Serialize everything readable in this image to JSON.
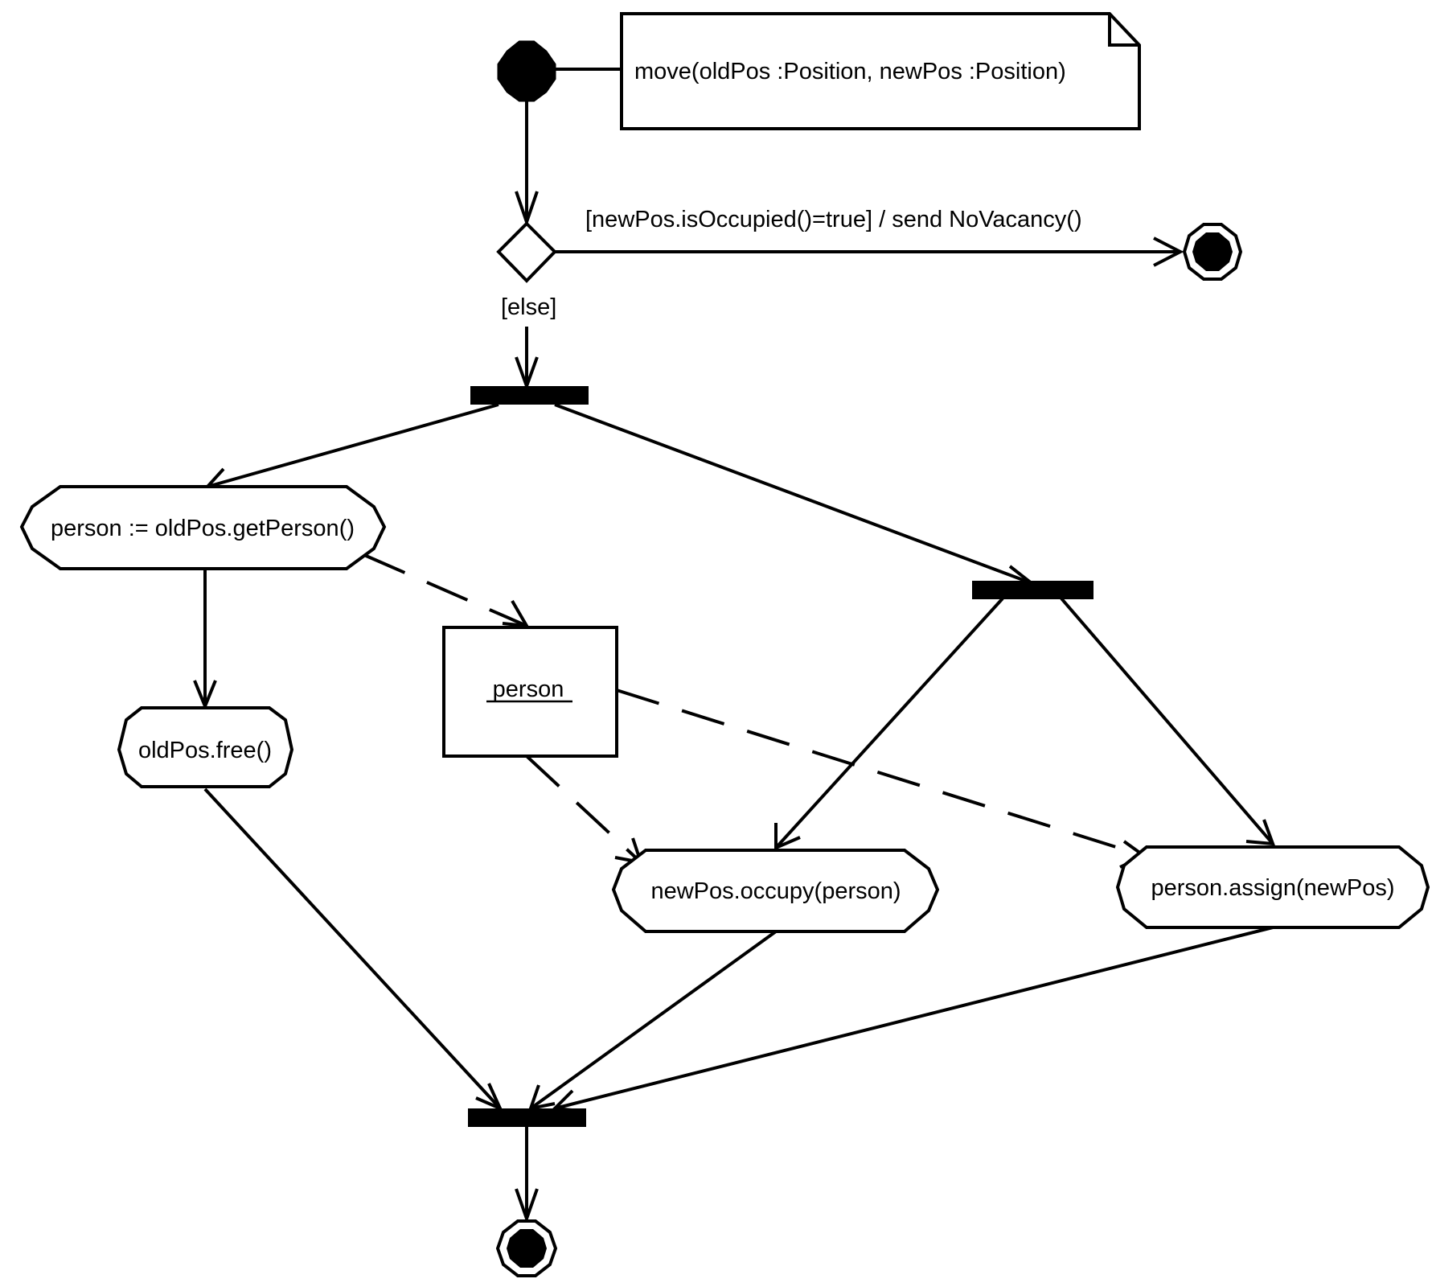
{
  "note": {
    "text": "move(oldPos :Position, newPos :Position)"
  },
  "guards": {
    "occupied": "[newPos.isOccupied()=true] / send NoVacancy()",
    "else": "[else]"
  },
  "actions": {
    "get_person": "person := oldPos.getPerson()",
    "free": "oldPos.free()",
    "occupy": "newPos.occupy(person)",
    "assign": "person.assign(newPos)"
  },
  "object_node": {
    "label": "person"
  }
}
